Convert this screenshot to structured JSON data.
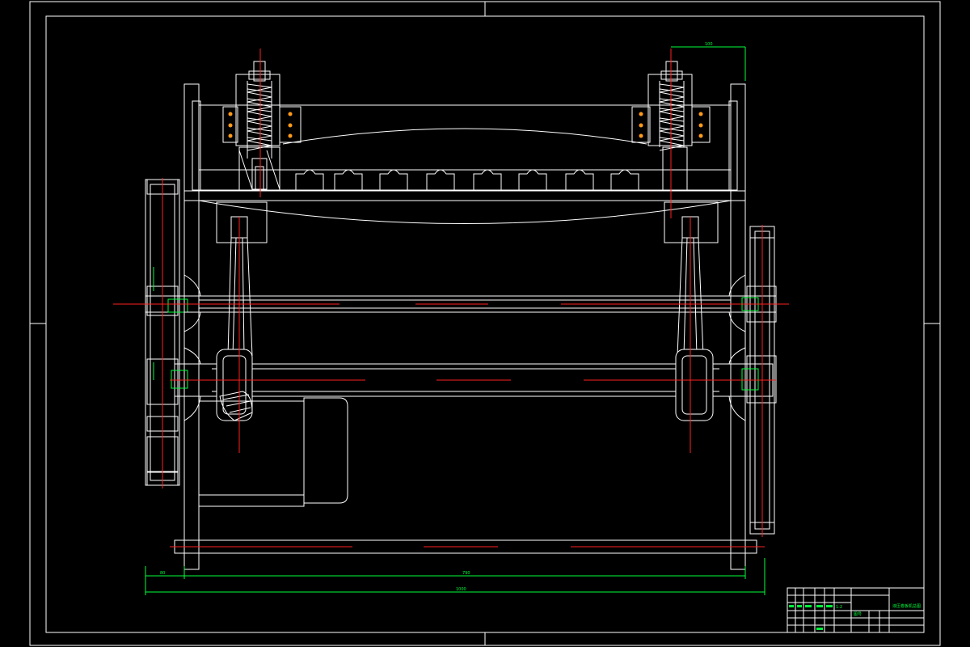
{
  "drawing": {
    "title_block": {
      "title": "液压卷板机总图",
      "scale": "1:2",
      "sheet_label": "图号"
    },
    "dimensions": {
      "overall_width": "1000",
      "inner_width": "790",
      "left_offset": "80",
      "spring_offset": "100"
    }
  }
}
